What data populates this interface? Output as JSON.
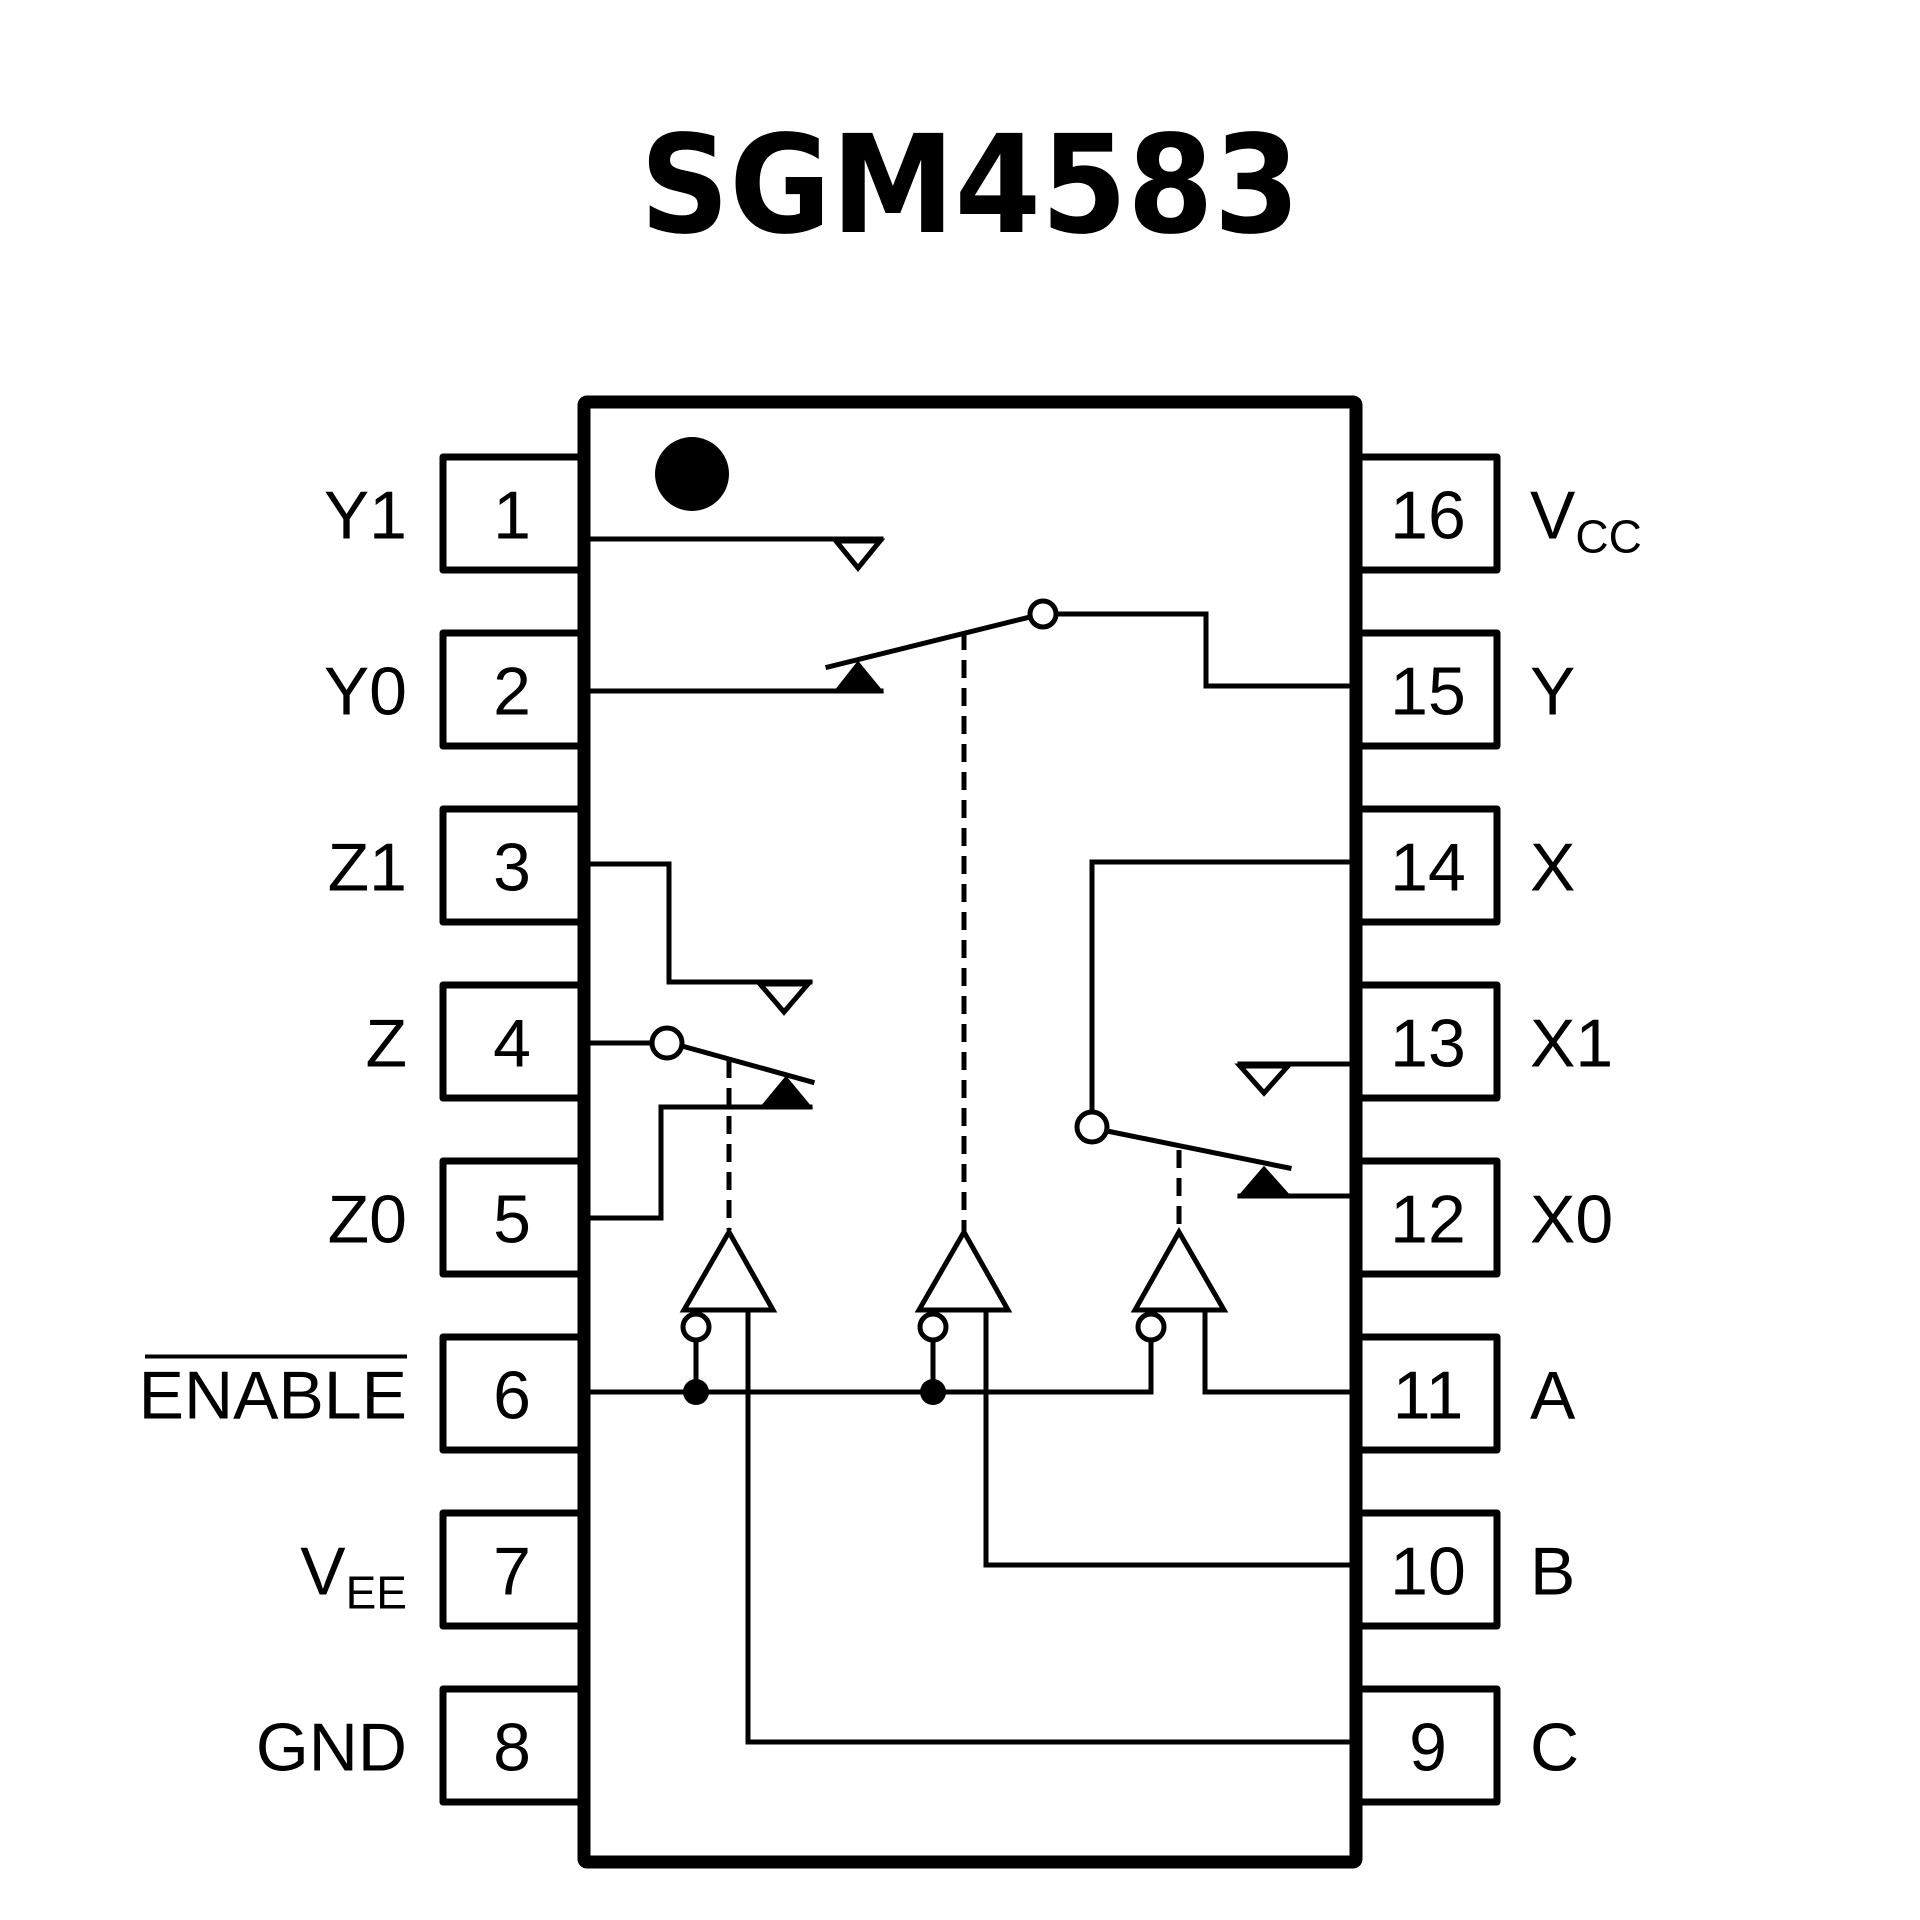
{
  "title": "SGM4583",
  "pins_left": [
    {
      "num": "1",
      "label": "Y1",
      "sub": ""
    },
    {
      "num": "2",
      "label": "Y0",
      "sub": ""
    },
    {
      "num": "3",
      "label": "Z1",
      "sub": ""
    },
    {
      "num": "4",
      "label": "Z",
      "sub": ""
    },
    {
      "num": "5",
      "label": "Z0",
      "sub": ""
    },
    {
      "num": "6",
      "label": "ENABLE",
      "sub": "",
      "overline": true
    },
    {
      "num": "7",
      "label": "V",
      "sub": "EE"
    },
    {
      "num": "8",
      "label": "GND",
      "sub": ""
    }
  ],
  "pins_right": [
    {
      "num": "16",
      "label": "V",
      "sub": "CC"
    },
    {
      "num": "15",
      "label": "Y",
      "sub": ""
    },
    {
      "num": "14",
      "label": "X",
      "sub": ""
    },
    {
      "num": "13",
      "label": "X1",
      "sub": ""
    },
    {
      "num": "12",
      "label": "X0",
      "sub": ""
    },
    {
      "num": "11",
      "label": "A",
      "sub": ""
    },
    {
      "num": "10",
      "label": "B",
      "sub": ""
    },
    {
      "num": "9",
      "label": "C",
      "sub": ""
    }
  ],
  "colors": {
    "ink": "#000000",
    "background": "#ffffff"
  }
}
